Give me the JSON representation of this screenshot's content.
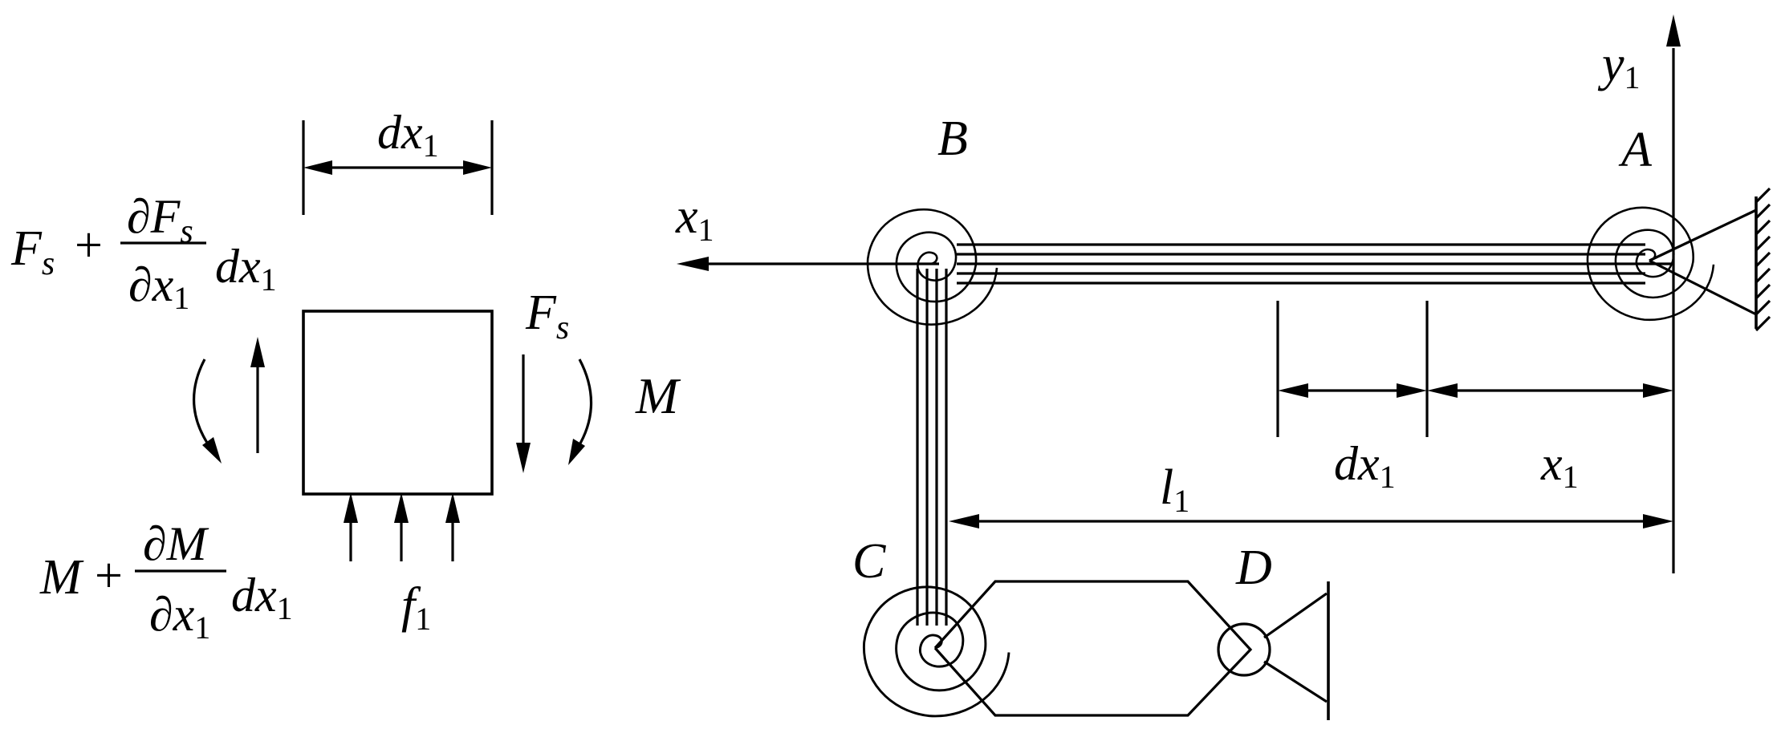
{
  "element_diagram": {
    "width_label": {
      "main": "dx",
      "sub": "1"
    },
    "shear_left": {
      "base": "F",
      "base_sub": "s",
      "plus": "+",
      "num": "∂F",
      "num_sub": "s",
      "den": "∂x",
      "den_sub": "1",
      "tail": "dx",
      "tail_sub": "1"
    },
    "shear_right": {
      "main": "F",
      "sub": "s"
    },
    "moment_right": {
      "main": "M"
    },
    "moment_left": {
      "base": "M",
      "plus": "+",
      "num": "∂M",
      "den": "∂x",
      "den_sub": "1",
      "tail": "dx",
      "tail_sub": "1"
    },
    "distributed_load": {
      "main": "f",
      "sub": "1"
    }
  },
  "frame_diagram": {
    "axis_x": {
      "main": "x",
      "sub": "1"
    },
    "axis_y": {
      "main": "y",
      "sub": "1"
    },
    "joints": {
      "a": "A",
      "b": "B",
      "c": "C",
      "d": "D"
    },
    "dim_dx": {
      "main": "dx",
      "sub": "1"
    },
    "dim_x": {
      "main": "x",
      "sub": "1"
    },
    "dim_l": {
      "main": "l",
      "sub": "1"
    }
  },
  "colors": {
    "ink": "#000000",
    "background": "#ffffff"
  }
}
